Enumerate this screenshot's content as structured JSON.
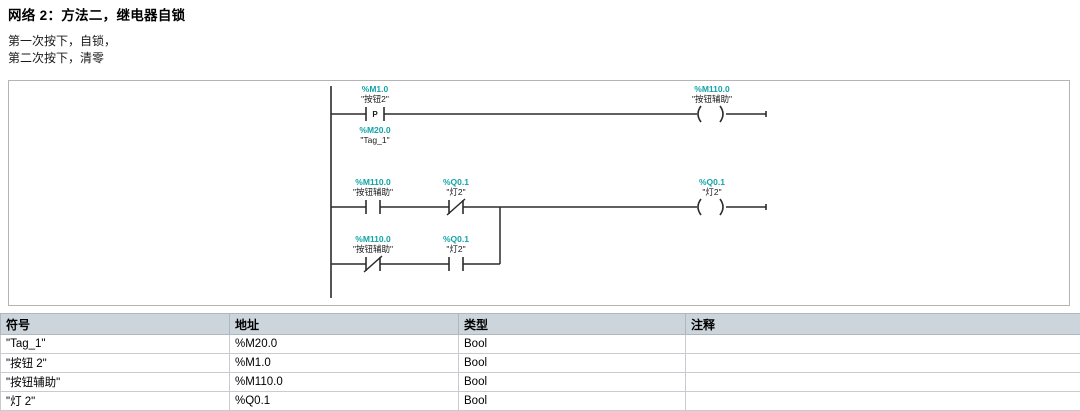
{
  "network": {
    "title": "网络 2：方法二，继电器自锁",
    "description_lines": [
      "第一次按下，自锁，",
      "第二次按下，清零"
    ]
  },
  "colors": {
    "address_label": "#12a3a8",
    "symbol_label": "#1a1a1a",
    "wire": "#2b2b2b",
    "table_header_bg": "#ccd4dc",
    "frame_border": "#b4b4b4"
  },
  "ladder": {
    "rungs": [
      {
        "id": "rung-1",
        "elements": [
          {
            "kind": "contact-positive-edge",
            "glyph": "P",
            "address": "%M1.0",
            "symbol": "\"按钮2\"",
            "memory_address": "%M20.0",
            "memory_symbol": "\"Tag_1\""
          },
          {
            "kind": "coil",
            "address": "%M110.0",
            "symbol": "\"按钮辅助\""
          }
        ]
      },
      {
        "id": "rung-2",
        "elements": [
          {
            "kind": "contact-no",
            "address": "%M110.0",
            "symbol": "\"按钮辅助\""
          },
          {
            "kind": "contact-nc",
            "address": "%Q0.1",
            "symbol": "\"灯2\""
          },
          {
            "kind": "coil",
            "address": "%Q0.1",
            "symbol": "\"灯2\""
          }
        ]
      },
      {
        "id": "rung-3-branch",
        "elements": [
          {
            "kind": "contact-nc",
            "address": "%M110.0",
            "symbol": "\"按钮辅助\""
          },
          {
            "kind": "contact-no",
            "address": "%Q0.1",
            "symbol": "\"灯2\""
          }
        ]
      }
    ]
  },
  "symbol_table": {
    "headers": [
      "符号",
      "地址",
      "类型",
      "注释"
    ],
    "rows": [
      {
        "symbol": "\"Tag_1\"",
        "address": "%M20.0",
        "type": "Bool",
        "comment": ""
      },
      {
        "symbol": "\"按钮 2\"",
        "address": "%M1.0",
        "type": "Bool",
        "comment": ""
      },
      {
        "symbol": "\"按钮辅助\"",
        "address": "%M110.0",
        "type": "Bool",
        "comment": ""
      },
      {
        "symbol": "\"灯 2\"",
        "address": "%Q0.1",
        "type": "Bool",
        "comment": ""
      }
    ]
  }
}
